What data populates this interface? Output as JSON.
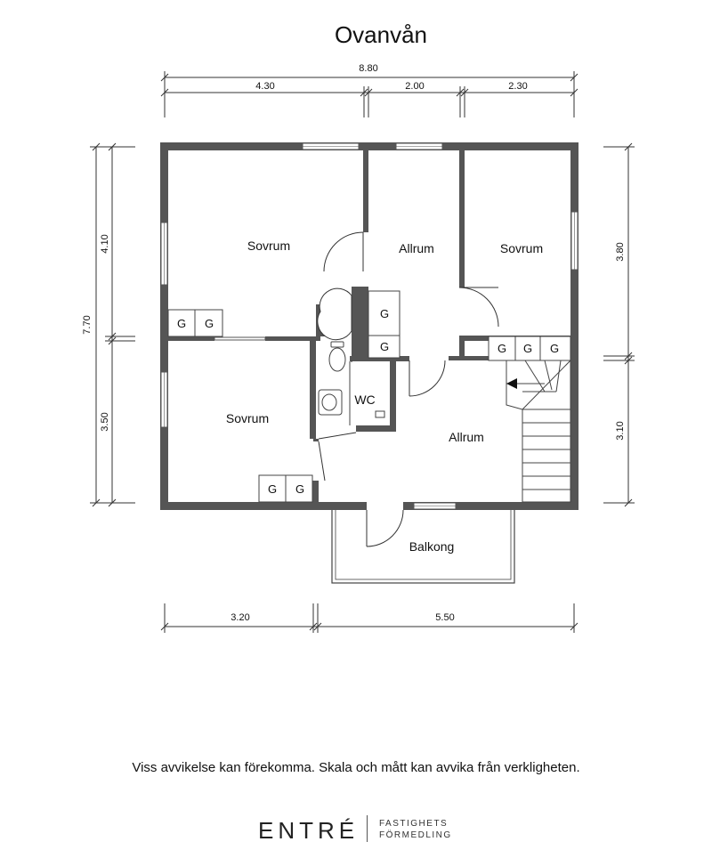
{
  "title": "Ovanvån",
  "dimensions": {
    "top_total": "8.80",
    "top_left": "4.30",
    "top_mid": "2.00",
    "top_right": "2.30",
    "left_total": "7.70",
    "left_upper": "4.10",
    "left_lower": "3.50",
    "right_upper": "3.80",
    "right_lower": "3.10",
    "bottom_left": "3.20",
    "bottom_right": "5.50"
  },
  "rooms": {
    "sovrum_nw": "Sovrum",
    "allrum_n": "Allrum",
    "sovrum_ne": "Sovrum",
    "sovrum_sw": "Sovrum",
    "wc": "WC",
    "allrum_s": "Allrum",
    "balkong": "Balkong"
  },
  "wardrobe_label": "G",
  "disclaimer": "Viss avvikelse kan förekomma. Skala och mått kan avvika från verkligheten.",
  "logo": {
    "main": "ENTRÉ",
    "line1": "FASTIGHETS",
    "line2": "FÖRMEDLING"
  },
  "colors": {
    "wall": "#555555",
    "line": "#333333",
    "background": "#ffffff"
  }
}
